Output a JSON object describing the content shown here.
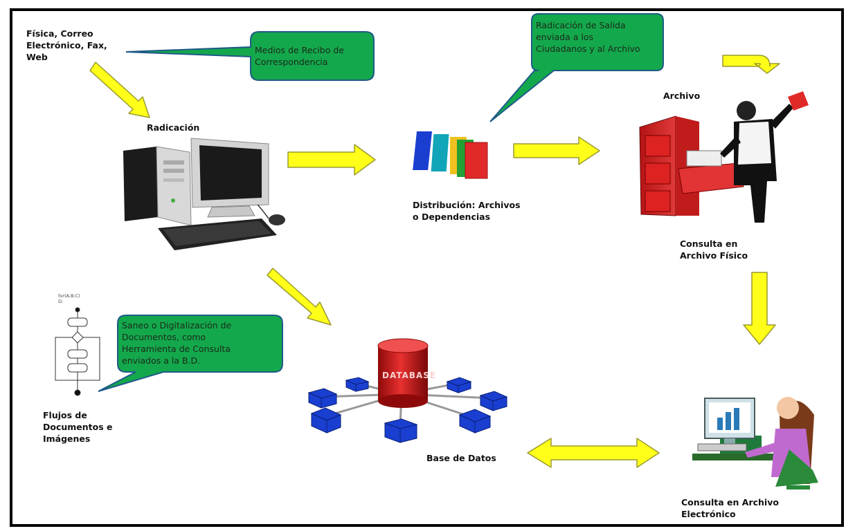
{
  "colors": {
    "arrow_fill": "#ffff1a",
    "arrow_stroke": "#9a9a30",
    "bubble_fill": "#14a84c",
    "bubble_stroke": "#1e5a88",
    "db_red": "#d41c1c",
    "cube_blue": "#1a3fd0"
  },
  "labels": {
    "inputs": "Física, Correo\nElectrónico, Fax,\nWeb",
    "radicacion": "Radicación",
    "distribucion": "Distribución: Archivos\no Dependencias",
    "archivo": "Archivo",
    "consulta_fisico": "Consulta en\nArchivo Físico",
    "flujos": "Flujos de\nDocumentos e\nImágenes",
    "base_datos": "Base de Datos",
    "consulta_electronico": "Consulta en Archivo\nElectrónico"
  },
  "bubbles": {
    "medios": "Medios de Recibo de\nCorrespondencia",
    "salida": "Radicación de Salida\nenviada a los\nCiudadanos y al Archivo",
    "saneo": "Saneo o Digitalización de\nDocumentos, como\nHerramienta de Consulta\nenviados a la B.D."
  },
  "images": {
    "computer": "computer-icon",
    "books": "books-icon",
    "file_cabinet": "file-cabinet-person-icon",
    "flowchart": "flowchart-icon",
    "database": "database-icon",
    "woman_computer": "woman-at-computer-icon"
  },
  "database_text": "DATABASE",
  "flowchart_text": "for(A;B;C)\nD;"
}
